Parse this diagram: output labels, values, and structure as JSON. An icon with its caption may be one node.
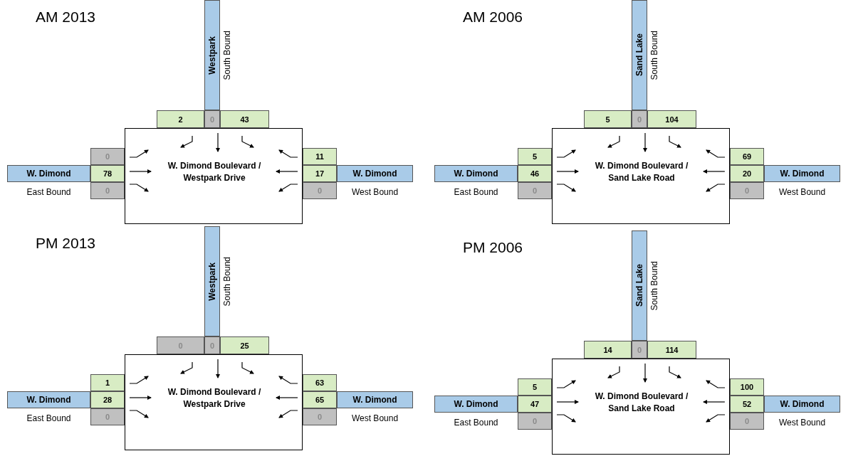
{
  "diagram": {
    "nodes": [
      {
        "text": [
          "Westpark"
        ],
        "beside": [
          "South Bound"
        ]
      },
      {
        "text": [
          "2"
        ]
      },
      {
        "text": [
          "0"
        ]
      },
      {
        "text": [
          "43"
        ]
      },
      {
        "text": [
          "0"
        ]
      },
      {
        "text": [
          "78"
        ]
      },
      {
        "text": [
          "0"
        ]
      },
      {
        "text": [
          "W. Dimond"
        ],
        "beside": [
          "East Bound"
        ]
      },
      {
        "text": [
          "W. Dimond Boulevard / Westpark Drive"
        ]
      },
      {
        "text": [
          "11"
        ]
      },
      {
        "text": [
          "17"
        ]
      },
      {
        "text": [
          "0"
        ]
      },
      {
        "text": [
          "W. Dimond"
        ],
        "beside": [
          "West Bound"
        ]
      },
      {
        "text": [
          "Sand Lake"
        ],
        "beside": [
          "South Bound"
        ]
      },
      {
        "text": [
          "5"
        ]
      },
      {
        "text": [
          "0"
        ]
      },
      {
        "text": [
          "104"
        ]
      },
      {
        "text": [
          "5"
        ]
      },
      {
        "text": [
          "46"
        ]
      },
      {
        "text": [
          "0"
        ]
      },
      {
        "text": [
          "W. Dimond"
        ],
        "beside": [
          "East Bound"
        ]
      },
      {
        "text": [
          "W. Dimond Boulevard / Sand Lake Road"
        ]
      },
      {
        "text": [
          "69"
        ]
      },
      {
        "text": [
          "20"
        ]
      },
      {
        "text": [
          "0"
        ]
      },
      {
        "text": [
          "W. Dimond"
        ],
        "beside": [
          "West Bound"
        ]
      },
      {
        "text": [
          "Westpark"
        ],
        "beside": [
          "South Bound"
        ]
      },
      {
        "text": [
          "0"
        ]
      },
      {
        "text": [
          "0"
        ]
      },
      {
        "text": [
          "25"
        ]
      },
      {
        "text": [
          "1"
        ]
      },
      {
        "text": [
          "28"
        ]
      },
      {
        "text": [
          "0"
        ]
      },
      {
        "text": [
          "W. Dimond"
        ],
        "beside": [
          "East Bound"
        ]
      },
      {
        "text": [
          "W. Dimond Boulevard / Westpark Drive"
        ]
      },
      {
        "text": [
          "63"
        ]
      },
      {
        "text": [
          "65"
        ]
      },
      {
        "text": [
          "0"
        ]
      },
      {
        "text": [
          "W. Dimond"
        ],
        "beside": [
          "West Bound"
        ]
      },
      {
        "text": [
          "Sand Lake"
        ],
        "beside": [
          "South Bound"
        ]
      },
      {
        "text": [
          "14"
        ]
      },
      {
        "text": [
          "0"
        ]
      },
      {
        "text": [
          "114"
        ]
      },
      {
        "text": [
          "5"
        ]
      },
      {
        "text": [
          "47"
        ]
      },
      {
        "text": [
          "0"
        ]
      },
      {
        "text": [
          "W. Dimond"
        ],
        "beside": [
          "East Bound"
        ]
      },
      {
        "text": [
          "W. Dimond Boulevard / Sand Lake Road"
        ]
      },
      {
        "text": [
          "100"
        ]
      },
      {
        "text": [
          "52"
        ]
      },
      {
        "text": [
          "0"
        ]
      },
      {
        "text": [
          "W. Dimond"
        ],
        "beside": [
          "West Bound"
        ]
      }
    ],
    "labels": [
      "AM 2013",
      "AM 2006",
      "PM 2013",
      "PM 2006"
    ]
  }
}
